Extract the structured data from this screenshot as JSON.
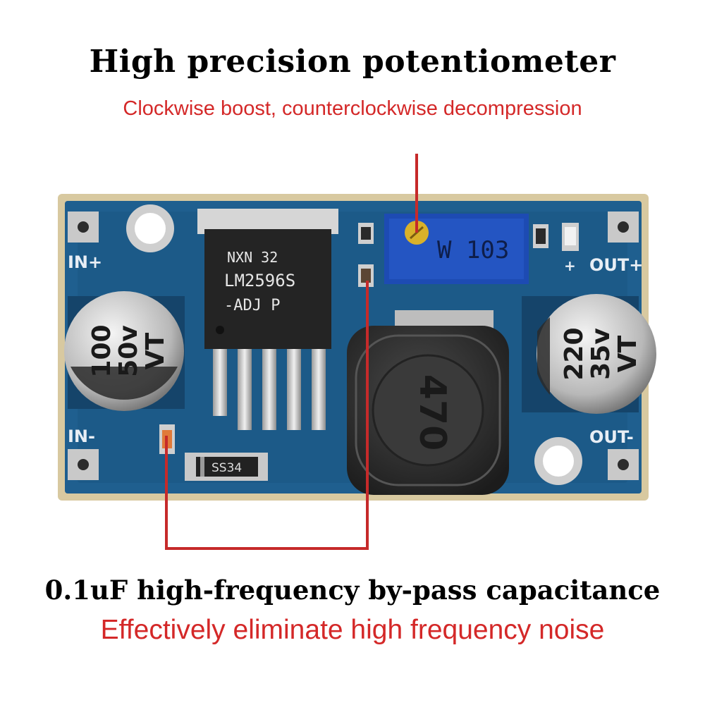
{
  "top": {
    "title": "High precision potentiometer",
    "subtitle": "Clockwise boost, counterclockwise decompression"
  },
  "bottom": {
    "title": "0.1uF high-frequency by-pass capacitance",
    "subtitle": "Effectively eliminate high frequency noise"
  },
  "board": {
    "in_plus": "IN+",
    "in_minus": "IN-",
    "out_plus": "OUT+",
    "out_minus": "OUT-",
    "plus_mark": "+",
    "chip_line1": "NXN 32",
    "chip_line2": "LM2596S",
    "chip_line3": "-ADJ   P",
    "cap_in_value": "100",
    "cap_in_voltage": "50v",
    "cap_in_brand": "VT",
    "cap_out_value": "220",
    "cap_out_voltage": "35v",
    "cap_out_brand": "VT",
    "pot_label": "W 103",
    "inductor_label": "470",
    "diode_label": "SS34"
  },
  "colors": {
    "accent_red": "#d42828",
    "pcb_blue": "#1f5f8f",
    "callout_line": "#c62a2a"
  }
}
